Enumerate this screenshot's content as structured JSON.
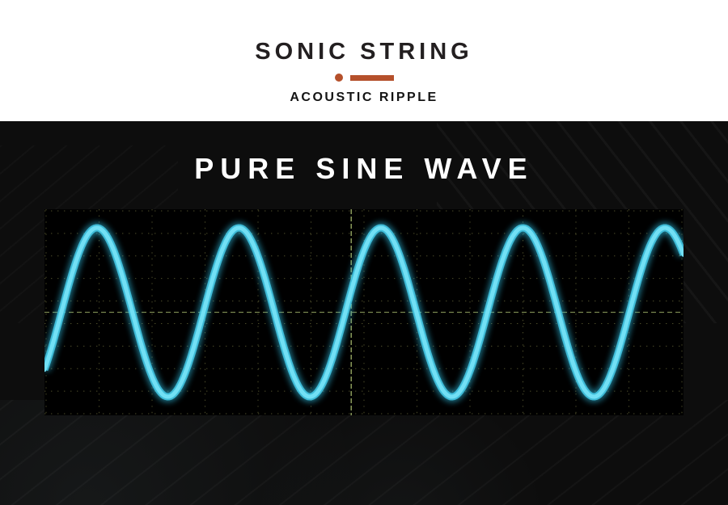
{
  "header": {
    "title": "SONIC STRING",
    "subtitle": "ACOUSTIC RIPPLE"
  },
  "hero": {
    "heading": "PURE SINE WAVE"
  },
  "colors": {
    "accent": "#b5502b",
    "title_text": "#231f20",
    "hero_background": "#0d0d0d",
    "heading_text": "#ffffff",
    "scope_background": "#000000"
  },
  "chart_data": {
    "type": "line",
    "waveform": "sine",
    "title": "PURE SINE WAVE",
    "cycles_visible": 4.5,
    "first_crest_x_fraction": 0.082,
    "amplitude_fraction": 0.82,
    "trace_color": "#72e0f5",
    "trace_mid_color": "#46cdea",
    "glow_color": "#2fb9dd",
    "background": "#000000",
    "grid": {
      "style": "dotted",
      "rows": 10,
      "cols": 13,
      "color": "#9a9a55",
      "center_line_color": "#b9cf7a",
      "center_x_fraction": 0.48
    },
    "xlabel": "",
    "ylabel": "",
    "legend": "none",
    "axis_tick_labels": "none"
  }
}
